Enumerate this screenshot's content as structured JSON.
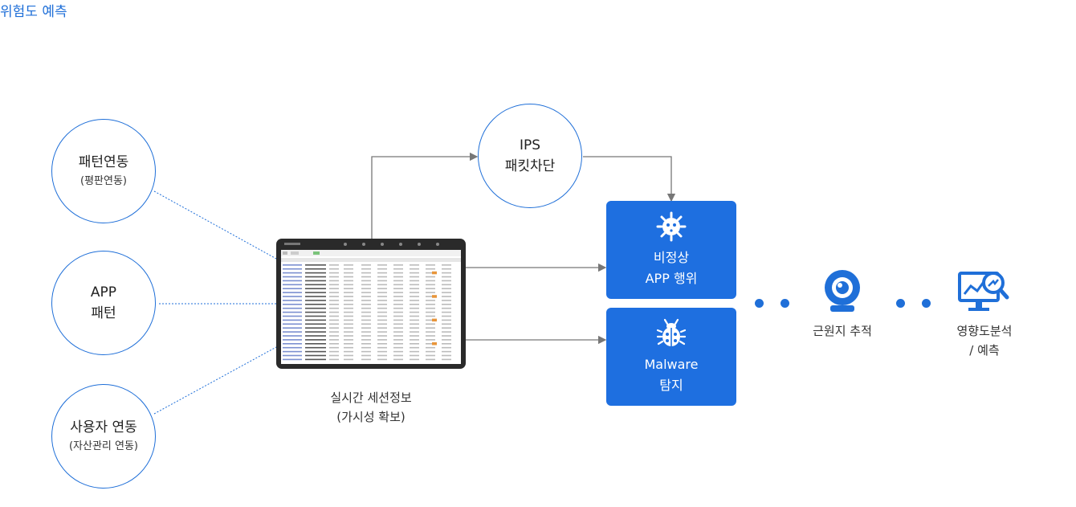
{
  "title": "위험도 예측",
  "left_nodes": [
    {
      "main": "패턴연동",
      "sub": "(평판연동)"
    },
    {
      "main": "APP",
      "main2": "패턴"
    },
    {
      "main": "사용자 연동",
      "sub": "(자산관리 연동)"
    }
  ],
  "ips": {
    "line1": "IPS",
    "line2": "패킷차단"
  },
  "center": {
    "line1": "실시간 세션정보",
    "line2": "(가시성 확보)"
  },
  "box_abnormal": {
    "line1": "비정상",
    "line2": "APP 행위"
  },
  "box_malware": {
    "line1": "Malware",
    "line2": "탐지"
  },
  "trace": {
    "label": "근원지 추적"
  },
  "analysis": {
    "line1": "영향도분석",
    "line2": "/ 예측"
  },
  "colors": {
    "accent": "#1f6fd8",
    "box": "#1e6fe0",
    "connector": "#777777"
  },
  "icons": [
    "virus-icon",
    "bug-icon",
    "webcam-icon",
    "analysis-monitor-icon"
  ]
}
